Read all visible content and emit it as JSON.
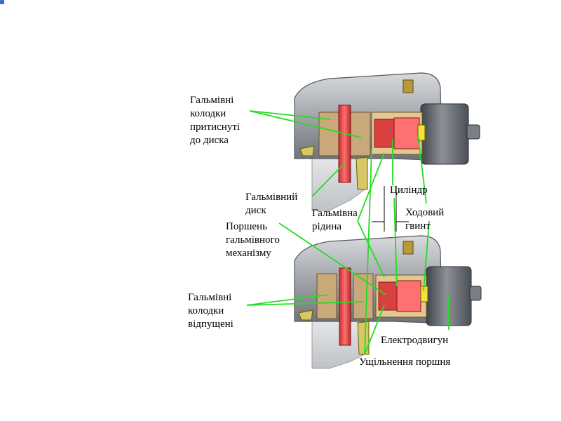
{
  "labels": {
    "pads_pressed": [
      "Гальмівні",
      "колодки",
      "притиснуті",
      "до диска"
    ],
    "brake_disc": [
      "Гальмівний",
      "диск"
    ],
    "brake_fluid": [
      "Гальмівна",
      "рідина"
    ],
    "cylinder": [
      "Циліндр"
    ],
    "lead_screw": [
      "Ходовий",
      "гвинт"
    ],
    "piston": [
      "Поршень",
      "гальмівного",
      "механізму"
    ],
    "pads_released": [
      "Гальмівні",
      "колодки",
      "відпущені"
    ],
    "motor": [
      "Електродвигун"
    ],
    "piston_seal": [
      "Ущільнення поршня"
    ]
  },
  "colors": {
    "leader": "#22dd22",
    "housing": "#9a9ea3",
    "pad": "#c9a97a",
    "disc": "#d94040",
    "motor": "#5a5e66"
  }
}
